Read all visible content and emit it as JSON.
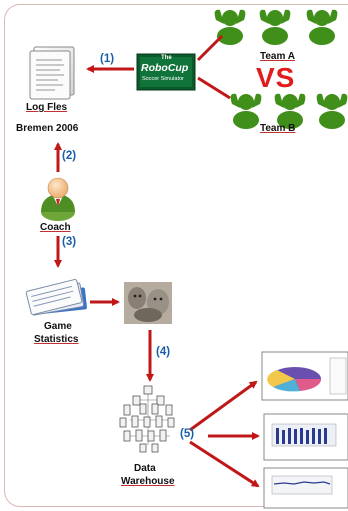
{
  "labels": {
    "log_files": "Log Fles",
    "bremen": "Bremen 2006",
    "coach": "Coach",
    "game": "Game",
    "statistics": "Statistics",
    "data": "Data",
    "warehouse": "Warehouse",
    "team_a": "Team A",
    "team_b": "Team B",
    "vs": "VS",
    "robocup_line1": "The",
    "robocup_line2": "RoboCup",
    "robocup_line3": "Soccer Simulator"
  },
  "steps": {
    "s1": "(1)",
    "s2": "(2)",
    "s3": "(3)",
    "s4": "(4)",
    "s5": "(5)"
  },
  "colors": {
    "arrow": "#c01818",
    "step": "#1a5ea8",
    "player": "#3f8f1a"
  }
}
